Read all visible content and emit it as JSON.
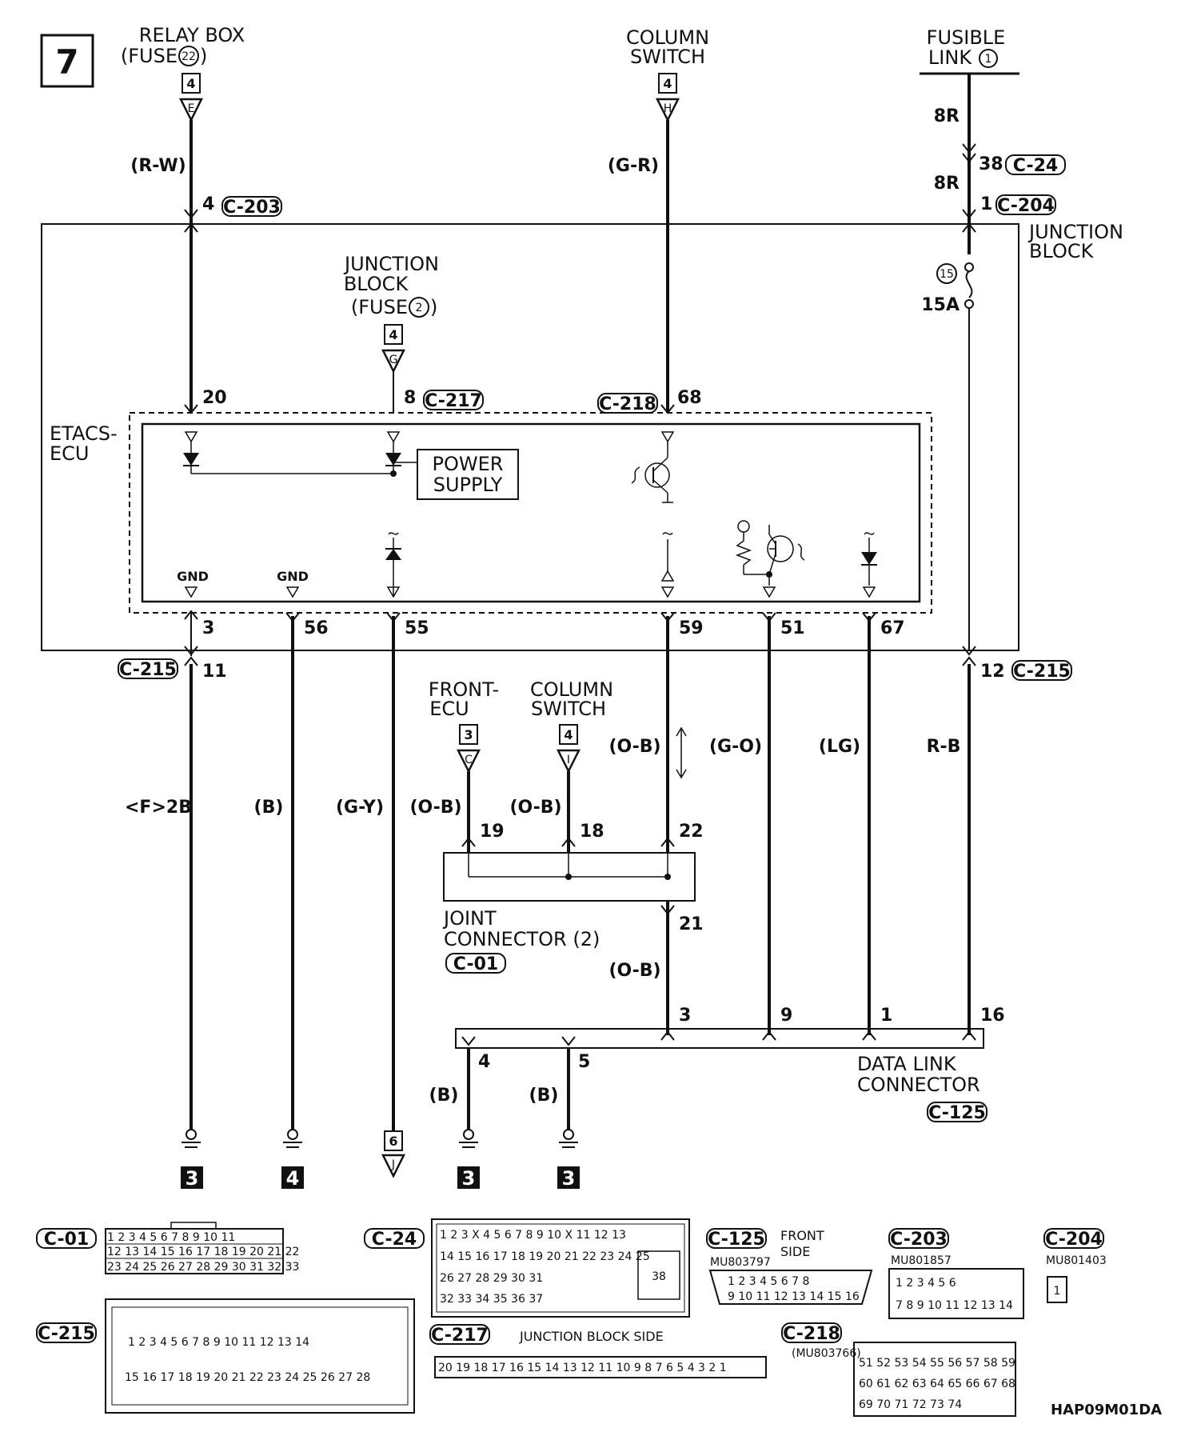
{
  "page_number": "7",
  "relay_box": {
    "title": "RELAY BOX",
    "sub": "(FUSE",
    "fuse": "22",
    "sub_end": ")",
    "ref": "4",
    "letter": "E",
    "wire": "(R-W)",
    "pin": "4",
    "conn": "C-203"
  },
  "column_switch_top": {
    "title": "COLUMN",
    "title2": "SWITCH",
    "ref": "4",
    "letter": "H",
    "wire": "(G-R)"
  },
  "fusible_link": {
    "title": "FUSIBLE",
    "title2": "LINK",
    "num": "1",
    "wire1": "8R",
    "pin1": "38",
    "conn1": "C-24",
    "wire2": "8R",
    "pin2": "1",
    "conn2": "C-204"
  },
  "junction_block": {
    "title": "JUNCTION",
    "title2": "BLOCK",
    "fuse_num": "15",
    "fuse_amp": "15A"
  },
  "jb_fuse": {
    "title": "JUNCTION",
    "title2": "BLOCK",
    "sub": "(FUSE",
    "fuse": "2",
    "sub_end": ")",
    "ref": "4",
    "letter": "G"
  },
  "ecu": {
    "title": "ETACS-",
    "title2": "ECU",
    "power": "POWER",
    "power2": "SUPPLY",
    "gnd": "GND",
    "pin_20": "20",
    "pin_8": "8",
    "conn_217": "C-217",
    "conn_218": "C-218",
    "pin_68": "68",
    "pin_3": "3",
    "pin_56": "56",
    "pin_55": "55",
    "pin_59": "59",
    "pin_51": "51",
    "pin_67": "67"
  },
  "lower": {
    "conn_215": "C-215",
    "pin_11": "11",
    "pin_12": "12",
    "wire_f2b": "<F>2B",
    "wire_b": "(B)",
    "wire_gy": "(G-Y)",
    "wire_ob": "(O-B)",
    "wire_go": "(G-O)",
    "wire_lg": "(LG)",
    "wire_rb": "R-B"
  },
  "front_ecu": {
    "title": "FRONT-",
    "title2": "ECU",
    "ref": "3",
    "letter": "C",
    "pin": "19"
  },
  "column_switch_low": {
    "title": "COLUMN",
    "title2": "SWITCH",
    "ref": "4",
    "letter": "I",
    "pin": "18"
  },
  "joint": {
    "title": "JOINT",
    "title2": "CONNECTOR (2)",
    "conn": "C-01",
    "pin_22": "22",
    "pin_21": "21"
  },
  "dlc": {
    "title": "DATA LINK",
    "title2": "CONNECTOR",
    "conn": "C-125",
    "pin_3": "3",
    "pin_9": "9",
    "pin_1": "1",
    "pin_16": "16",
    "pin_4": "4",
    "pin_5": "5"
  },
  "grounds": {
    "g1": "3",
    "g2": "4",
    "g3": "3",
    "g4": "3",
    "arrow_ref": "6",
    "arrow_letter": "J"
  },
  "connectors": {
    "c01": "C-01",
    "c24": "C-24",
    "c125": "C-125",
    "c125_side": "FRONT",
    "c125_side2": "SIDE",
    "c125_part": "MU803797",
    "c203": "C-203",
    "c203_part": "MU801857",
    "c204": "C-204",
    "c204_part": "MU801403",
    "c215": "C-215",
    "c217": "C-217",
    "c217_side": "JUNCTION BLOCK SIDE",
    "c218": "C-218",
    "c218_part": "(MU803766)"
  },
  "code": "HAP09M01DA"
}
